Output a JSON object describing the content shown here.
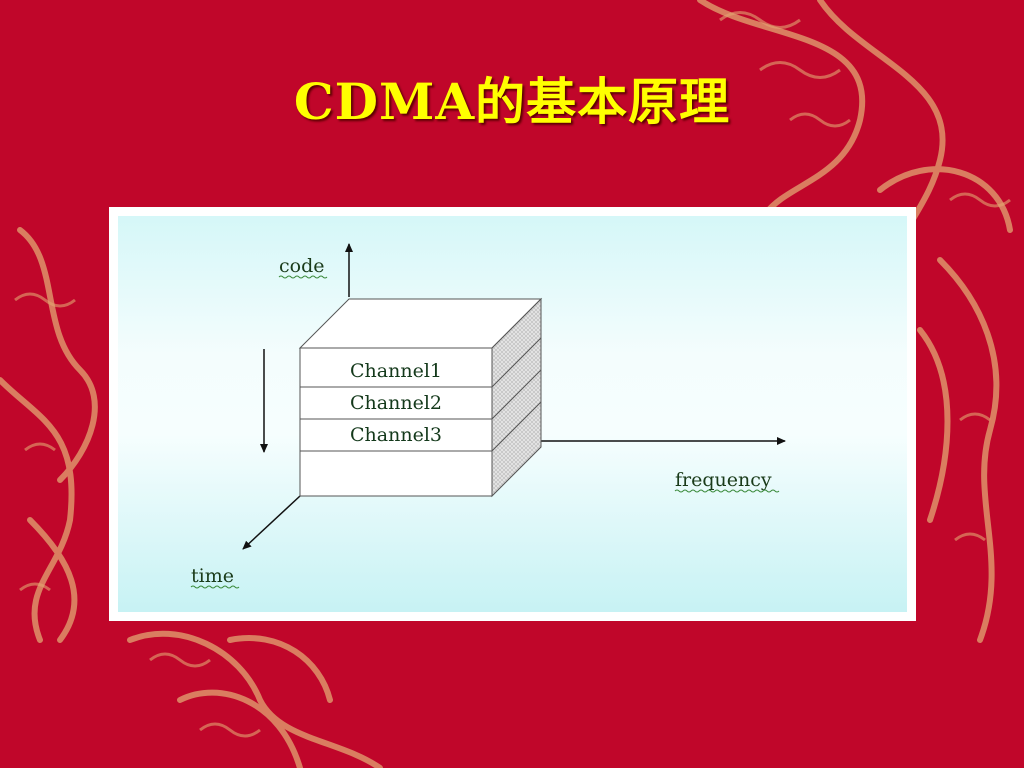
{
  "slide": {
    "title": "CDMA的基本原理"
  },
  "diagram": {
    "axes": {
      "code": "code",
      "frequency": "frequency",
      "time": "time"
    },
    "channels": [
      "Channel1",
      "Channel2",
      "Channel3"
    ]
  },
  "colors": {
    "slide_background": "#c0062a",
    "title": "#ffff00",
    "dragon_ornament": "#e3a572",
    "panel_gradient_top": "#d5f7f8",
    "panel_gradient_mid": "#f4fdfd",
    "panel_gradient_bottom": "#c7f2f4",
    "axis_label": "#1a3b1a"
  }
}
